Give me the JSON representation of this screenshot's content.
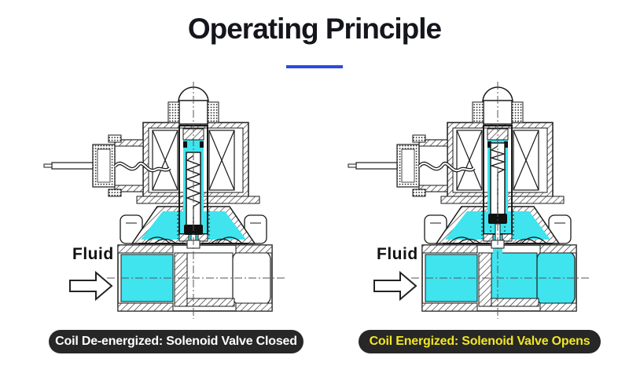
{
  "title": {
    "text": "Operating Principle"
  },
  "colors": {
    "fluid": "#3fe4ee",
    "underline": "#2a4be0",
    "title_text": "#15161d",
    "caption_bg": "#272727",
    "caption_text_left": "#ffffff",
    "caption_text_right": "#f2e627"
  },
  "diagrams": [
    {
      "state": "closed",
      "fluid_label": "Fluid",
      "caption": "Coil De-energized: Solenoid Valve Closed"
    },
    {
      "state": "open",
      "fluid_label": "Fluid",
      "caption": "Coil Energized: Solenoid Valve Opens"
    }
  ]
}
